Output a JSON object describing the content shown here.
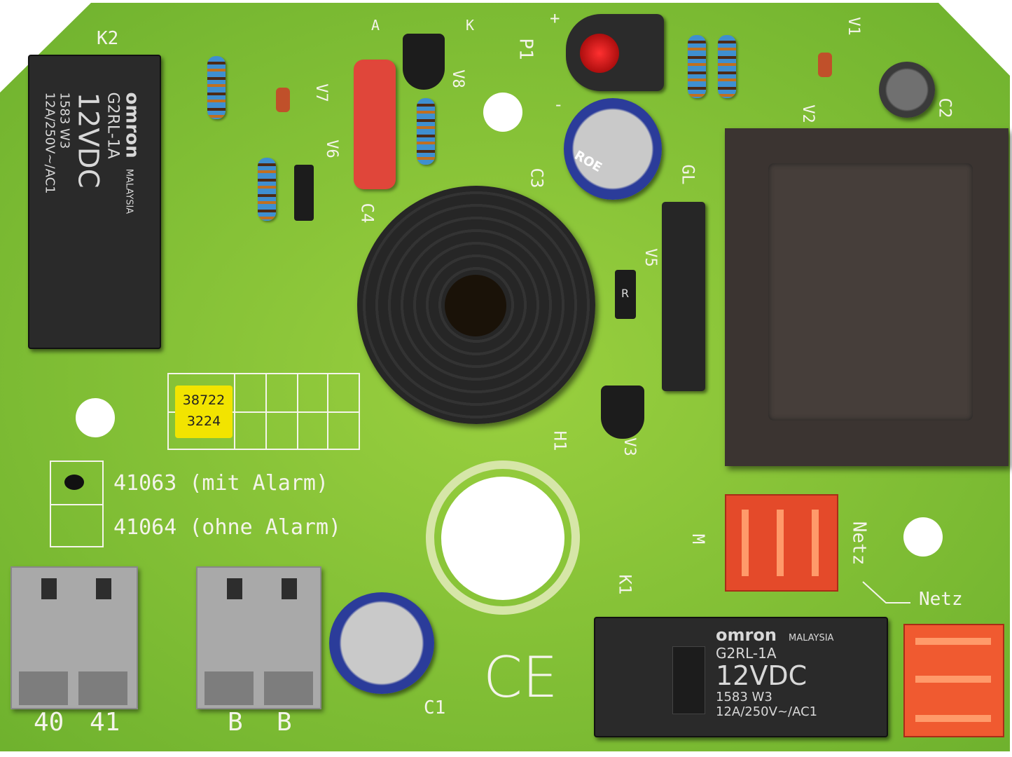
{
  "board": {
    "colors": {
      "pcb": "#8fcb3a",
      "silkscreen": "#f4f4ea",
      "relay": "#2a2a2a",
      "transformer": "#3b3431",
      "capacitor": "#2b3c9a",
      "terminal": "#a9a9a9",
      "connector": "#e44a2a",
      "label": "#f2e400"
    },
    "silk_labels": {
      "k2": "K2",
      "a": "A",
      "k": "K",
      "p1": "P1",
      "plus": "+",
      "minus": "-",
      "v8": "V8",
      "v7": "V7",
      "v6": "V6",
      "c4": "C4",
      "c3": "C3",
      "gl": "GL",
      "v1": "V1",
      "v2": "V2",
      "c2": "C2",
      "v5": "V5",
      "h1": "H1",
      "v3": "V3",
      "k1": "K1",
      "m": "M",
      "netz_vertical": "Netz",
      "netz": "Netz",
      "c1": "C1",
      "ce": "CE",
      "t40": "40",
      "t41": "41",
      "b1": "B",
      "b2": "B",
      "variant_alarm": "41063 (mit Alarm)",
      "variant_no_alarm": "41064 (ohne Alarm)"
    },
    "sticker": {
      "line1": "38722",
      "line2": "3224"
    },
    "relay_k2": {
      "brand": "omron",
      "origin": "MALAYSIA",
      "model": "G2RL-1A",
      "voltage": "12VDC",
      "code": "1583 W3",
      "rating": "12A/250V~/AC1"
    },
    "relay_k1": {
      "brand": "omron",
      "origin": "MALAYSIA",
      "model": "G2RL-1A",
      "voltage": "12VDC",
      "code": "1583 W3",
      "rating": "12A/250V~/AC1"
    },
    "capacitor_c3_mark": "ROE",
    "diode_v5_mark": "R"
  }
}
